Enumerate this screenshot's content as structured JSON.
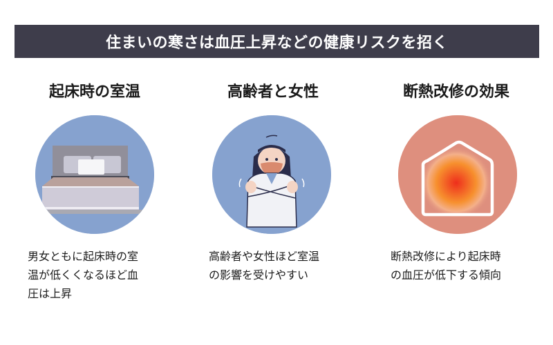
{
  "banner": {
    "title": "住まいの寒さは血圧上昇などの健康リスクを招く",
    "background": "#3e3d4b"
  },
  "columns": [
    {
      "title": "起床時の室温",
      "icon": "bed-icon",
      "circle_color": "#86a2cf",
      "description": "男女ともに起床時の室温が低くくなるほど血圧は上昇",
      "lines": [
        "男女ともに起床時の室",
        "温が低くくなるほど血",
        "圧は上昇"
      ]
    },
    {
      "title": "高齢者と女性",
      "icon": "shivering-woman-icon",
      "circle_color": "#86a2cf",
      "description": "高齢者や女性ほど室温の影響を受けやすい",
      "lines": [
        "高齢者や女性ほど室温",
        "の影響を受けやすい"
      ]
    },
    {
      "title": "断熱改修の効果",
      "icon": "warm-house-icon",
      "circle_color": "#de8f7e",
      "description": "断熱改修により起床時の血圧が低下する傾向",
      "lines": [
        "断熱改修により起床時",
        "の血圧が低下する傾向"
      ]
    }
  ]
}
